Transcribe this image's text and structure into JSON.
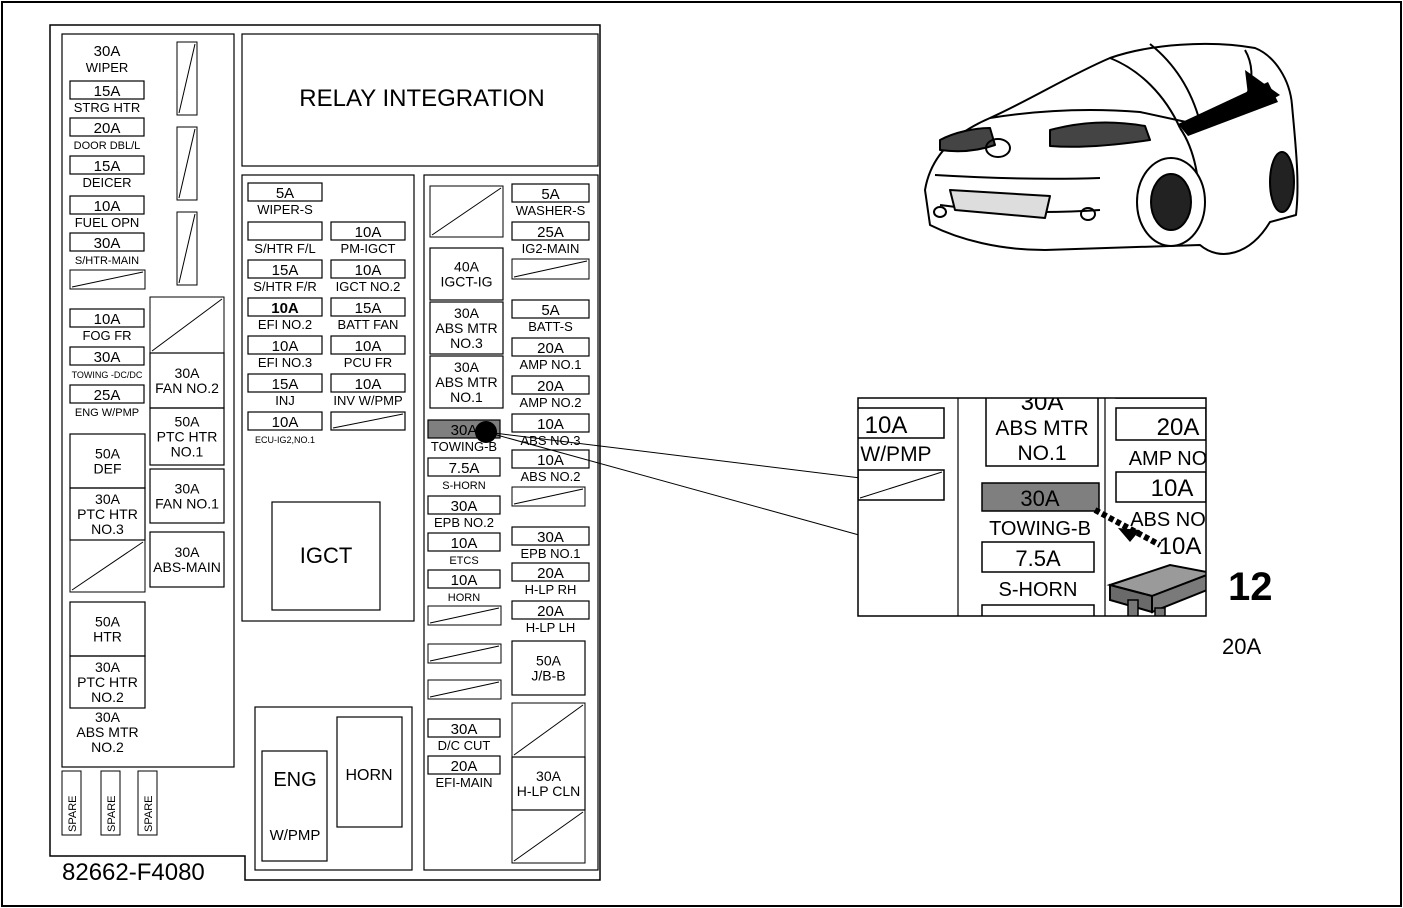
{
  "part_number": "82662-F4080",
  "relay_integration": "RELAY INTEGRATION",
  "igct_block": "IGCT",
  "eng_block": [
    "ENG",
    "W/PMP"
  ],
  "horn_block": "HORN",
  "spares": [
    "SPARE",
    "SPARE",
    "SPARE"
  ],
  "left_col": [
    [
      "30A",
      "WIPER"
    ],
    [
      "15A",
      "STRG HTR"
    ],
    [
      "20A",
      "DOOR DBL/L"
    ],
    [
      "15A",
      "DEICER"
    ],
    [
      "10A",
      "FUEL OPN"
    ],
    [
      "30A",
      "S/HTR-MAIN"
    ],
    [
      "10A",
      "FOG FR"
    ],
    [
      "30A",
      "TOWING -DC/DC"
    ],
    [
      "25A",
      "ENG W/PMP"
    ]
  ],
  "left_large": [
    [
      "50A",
      "DEF"
    ],
    [
      "30A",
      "PTC HTR",
      "NO.3"
    ],
    [
      "50A",
      "HTR"
    ],
    [
      "30A",
      "PTC HTR",
      "NO.2"
    ],
    [
      "30A",
      "ABS MTR",
      "NO.2"
    ]
  ],
  "left_mid": [
    [
      "30A",
      "FAN NO.2"
    ],
    [
      "50A",
      "PTC HTR",
      "NO.1"
    ],
    [
      "30A",
      "FAN NO.1"
    ],
    [
      "30A",
      "ABS-MAIN"
    ]
  ],
  "center_a": [
    [
      "5A",
      "WIPER-S"
    ],
    [
      "",
      "S/HTR F/L"
    ],
    [
      "15A",
      "S/HTR F/R"
    ],
    [
      "10A",
      "EFI NO.2"
    ],
    [
      "10A",
      "EFI NO.3"
    ],
    [
      "15A",
      "INJ"
    ],
    [
      "10A",
      "ECU-IG2,NO.1"
    ]
  ],
  "center_b": [
    [
      "10A",
      "PM-IGCT"
    ],
    [
      "10A",
      "IGCT NO.2"
    ],
    [
      "15A",
      "BATT FAN"
    ],
    [
      "10A",
      "PCU FR"
    ],
    [
      "10A",
      "INV W/PMP"
    ]
  ],
  "right_a": [
    [
      "40A",
      "IGCT-IG"
    ],
    [
      "30A",
      "ABS MTR",
      "NO.3"
    ],
    [
      "30A",
      "ABS MTR",
      "NO.1"
    ]
  ],
  "right_a_small": [
    [
      "30A",
      "TOWING-B"
    ],
    [
      "7.5A",
      "S-HORN"
    ],
    [
      "30A",
      "EPB NO.2"
    ],
    [
      "10A",
      "ETCS"
    ],
    [
      "10A",
      "HORN"
    ],
    [
      "30A",
      "D/C CUT"
    ],
    [
      "20A",
      "EFI-MAIN"
    ]
  ],
  "right_b": [
    [
      "5A",
      "WASHER-S"
    ],
    [
      "25A",
      "IG2-MAIN"
    ],
    [
      "5A",
      "BATT-S"
    ],
    [
      "20A",
      "AMP NO.1"
    ],
    [
      "20A",
      "AMP NO.2"
    ],
    [
      "10A",
      "ABS NO.3"
    ],
    [
      "10A",
      "ABS NO.2"
    ],
    [
      "30A",
      "EPB NO.1"
    ],
    [
      "20A",
      "H-LP RH"
    ],
    [
      "20A",
      "H-LP LH"
    ]
  ],
  "right_b_large": [
    [
      "50A",
      "J/B-B"
    ],
    [
      "30A",
      "H-LP CLN"
    ]
  ],
  "zoom": {
    "cells": [
      "30A",
      "ABS MTR",
      "NO.1",
      "20A",
      "AMP NO",
      "10A",
      "W/PMP",
      "30A",
      "TOWING-B",
      "10A",
      "ABS NO",
      "10A",
      "7.5A",
      "S-HORN"
    ],
    "callout_number": "12",
    "callout_rating": "20A"
  },
  "colors": {
    "line": "#000000",
    "highlight": "#7f7f7f",
    "fuse_body": "#8a8a8a"
  }
}
